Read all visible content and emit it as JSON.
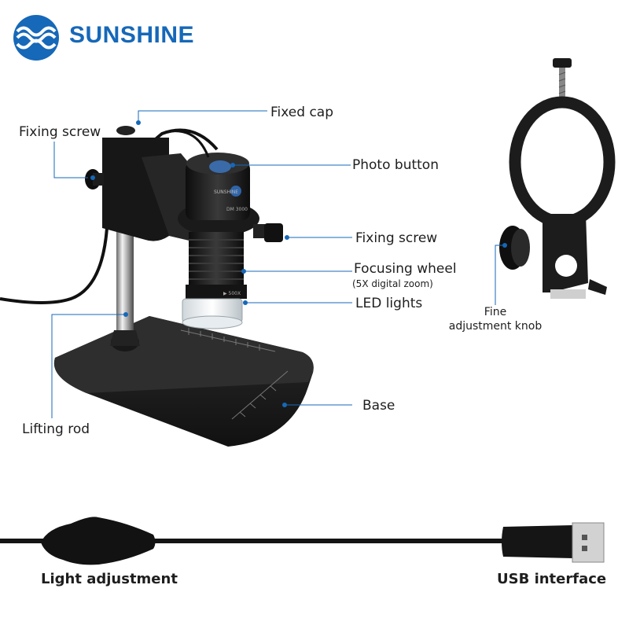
{
  "brand": {
    "name": "SUNSHINE",
    "logo_icon": "sunshine-logo-icon",
    "color": "#1668b8"
  },
  "labels": {
    "fixed_cap": "Fixed cap",
    "fixing_screw_left": "Fixing screw",
    "photo_button": "Photo button",
    "fixing_screw_right": "Fixing screw",
    "focusing_wheel": "Focusing wheel",
    "focusing_wheel_note": "(5X digital zoom)",
    "led_lights": "LED lights",
    "base": "Base",
    "lifting_rod": "Lifting rod",
    "fine_adjustment_line1": "Fine",
    "fine_adjustment_line2": "adjustment knob",
    "light_adjustment": "Light adjustment",
    "usb_interface": "USB interface"
  },
  "device_print": {
    "head_brand": "SUNSHINE",
    "model": "DM 3000",
    "zoom_mark": "▶ 500X"
  },
  "colors": {
    "leader_line": "#1668b8",
    "device_body": "#1b1b1b",
    "base_plate": "#202020"
  }
}
